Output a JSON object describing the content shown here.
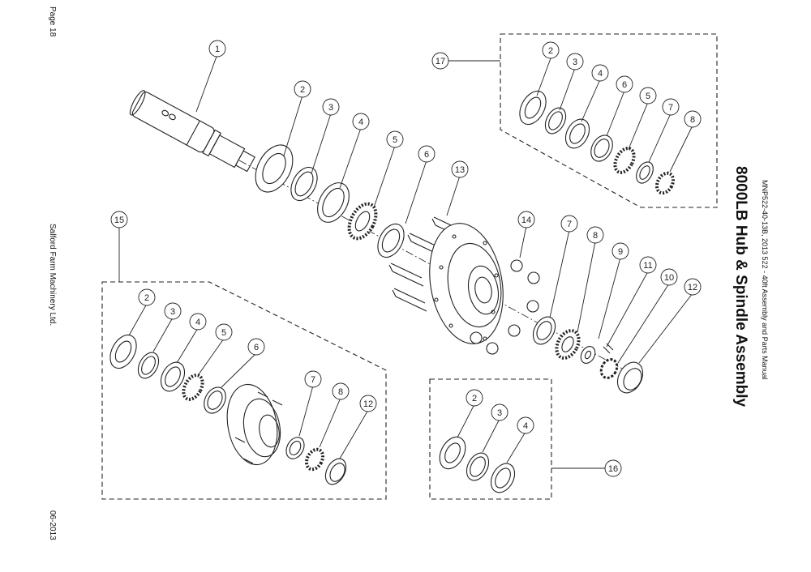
{
  "page_label": "Page 18",
  "company": "Salford Farm Machinery Ltd.",
  "date": "06-2013",
  "manual_ref": "MNP522-40-13B, 2013 522 - 40ft Assembly and Parts Manual",
  "title": "8000LB Hub & Spindle Assembly",
  "callouts": {
    "main": [
      "1",
      "2",
      "3",
      "4",
      "5",
      "6",
      "13",
      "14",
      "7",
      "8",
      "9",
      "11",
      "10",
      "12"
    ],
    "group17": [
      "17",
      "2",
      "3",
      "4",
      "6",
      "5",
      "7",
      "8"
    ],
    "group15": [
      "15",
      "2",
      "3",
      "4",
      "5",
      "6",
      "7",
      "8",
      "12"
    ],
    "group16": [
      "2",
      "3",
      "4",
      "16"
    ]
  }
}
